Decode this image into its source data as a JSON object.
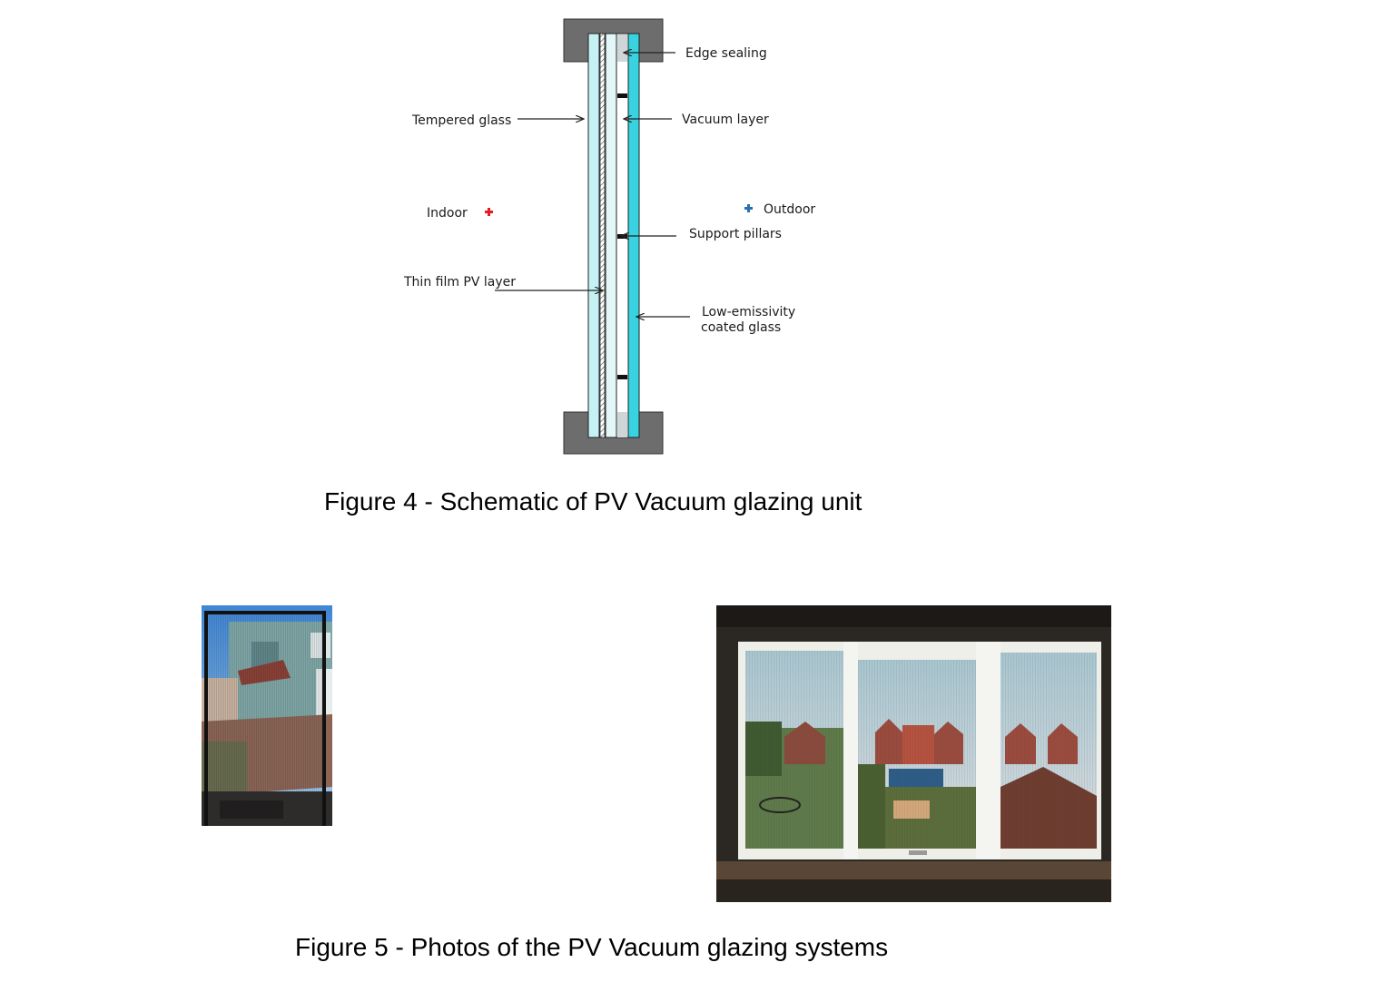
{
  "figure4": {
    "caption": "Figure 4 - Schematic of PV Vacuum glazing unit",
    "labels": {
      "edge_sealing": "Edge sealing",
      "tempered_glass": "Tempered glass",
      "vacuum_layer": "Vacuum layer",
      "indoor": "Indoor",
      "outdoor": "Outdoor",
      "support_pillars": "Support pillars",
      "thin_film_pv": "Thin film PV layer",
      "low_e_line1": "Low-emissivity",
      "low_e_line2": "coated glass"
    },
    "colors": {
      "frame": "#6d6d6d",
      "tempered_glass": "#c5f1f5",
      "lowe_glass": "#37d3e0",
      "indoor_marker": "#e02020",
      "outdoor_marker": "#2a6fb0"
    }
  },
  "figure5": {
    "caption": "Figure 5 - Photos of the PV Vacuum glazing systems"
  }
}
